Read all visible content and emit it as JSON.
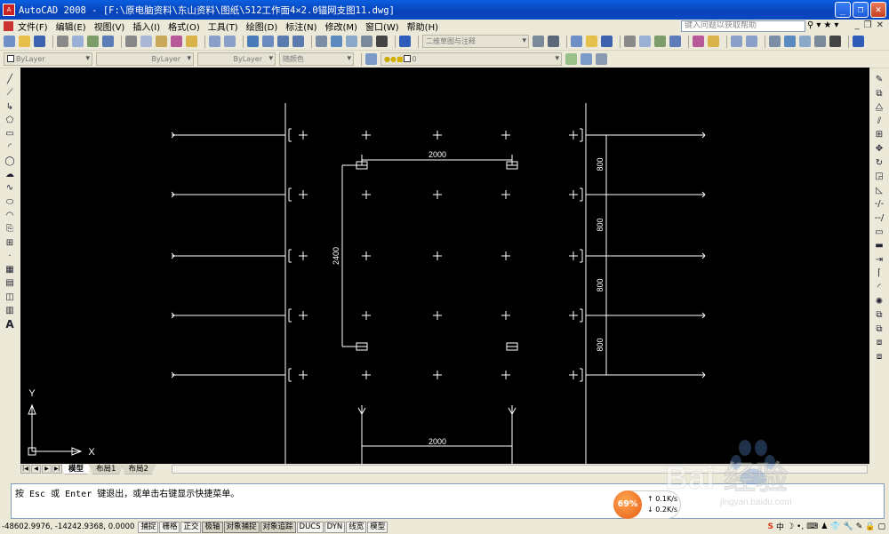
{
  "titlebar": {
    "app_icon_text": "A",
    "title": "AutoCAD 2008 - [F:\\原电脑资料\\东山资料\\图纸\\512工作面4×2.0锚网支图11.dwg]"
  },
  "menubar": {
    "items": [
      "文件(F)",
      "编辑(E)",
      "视图(V)",
      "插入(I)",
      "格式(O)",
      "工具(T)",
      "绘图(D)",
      "标注(N)",
      "修改(M)",
      "窗口(W)",
      "帮助(H)"
    ]
  },
  "help_search": {
    "placeholder": "键入问题以获取帮助"
  },
  "toolbar": {
    "workspace": "二维草图与注释"
  },
  "properties": {
    "color": "ByLayer",
    "linetype": "ByLayer",
    "lineweight": "ByLayer",
    "plotstyle": "随颜色",
    "layer": "0"
  },
  "drawing": {
    "dim_top": "2000",
    "dim_bottom": "2000",
    "dim_left": "2400",
    "dim_right": [
      "800",
      "800",
      "800",
      "800"
    ],
    "ucs_x": "X",
    "ucs_y": "Y"
  },
  "layout_tabs": [
    "模型",
    "布局1",
    "布局2"
  ],
  "command": {
    "line1": "按 Esc 或 Enter 键退出，或单击右键显示快捷菜单。",
    "line2": ""
  },
  "status": {
    "coords": "-48602.9976, -14242.9368, 0.0000",
    "buttons": [
      "捕捉",
      "栅格",
      "正交",
      "极轴",
      "对象捕捉",
      "对象追踪",
      "DUCS",
      "DYN",
      "线宽",
      "模型"
    ],
    "active": [
      false,
      false,
      false,
      true,
      true,
      true,
      false,
      false,
      false,
      false
    ]
  },
  "netwidget": {
    "percent": "69%",
    "up": "0.1K/s",
    "down": "0.2K/s"
  },
  "watermark": {
    "text": "Bai 经验",
    "url": "jingyan.baidu.com"
  }
}
